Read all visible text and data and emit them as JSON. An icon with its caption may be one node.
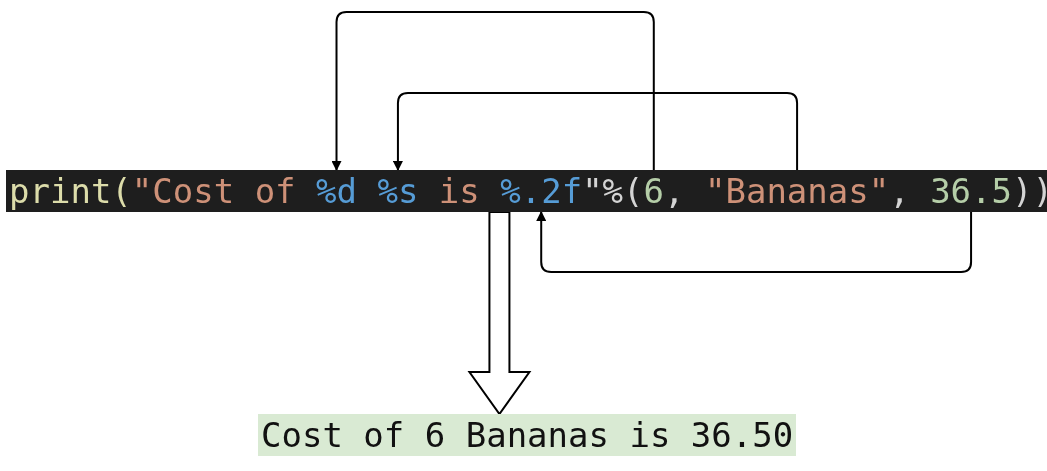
{
  "diagram": {
    "nodes": [
      {
        "text": [],
        "shape": "bar"
      },
      {
        "text": [
          "print("
        ],
        "in": 0
      },
      {
        "text": [
          "\"Cost of"
        ],
        "in": 0
      },
      {
        "text": [
          "%d"
        ],
        "in": 0
      },
      {
        "text": [
          "%s"
        ],
        "in": 0
      },
      {
        "text": [
          "is"
        ],
        "in": 0
      },
      {
        "text": [
          "%.2f"
        ],
        "in": 0
      },
      {
        "text": [
          "\"%("
        ],
        "in": 0
      },
      {
        "text": [
          "6"
        ],
        "in": 0
      },
      {
        "text": [
          ","
        ],
        "in": 0
      },
      {
        "text": [
          "\"Bananas\""
        ],
        "in": 0
      },
      {
        "text": [
          ","
        ],
        "in": 0
      },
      {
        "text": [
          "36.5"
        ],
        "in": 0
      },
      {
        "text": [
          "))"
        ],
        "in": 0
      },
      {
        "text": [
          "Cost of 6 Bananas is 36.50"
        ]
      }
    ],
    "edges": [
      {
        "from": 8,
        "to": 3,
        "arrow": "to"
      },
      {
        "from": 10,
        "to": 4,
        "arrow": "to"
      },
      {
        "from": 12,
        "to": 6,
        "arrow": "to"
      },
      {
        "from": 0,
        "to": 14,
        "arrow": "to",
        "style": "thick"
      }
    ]
  }
}
